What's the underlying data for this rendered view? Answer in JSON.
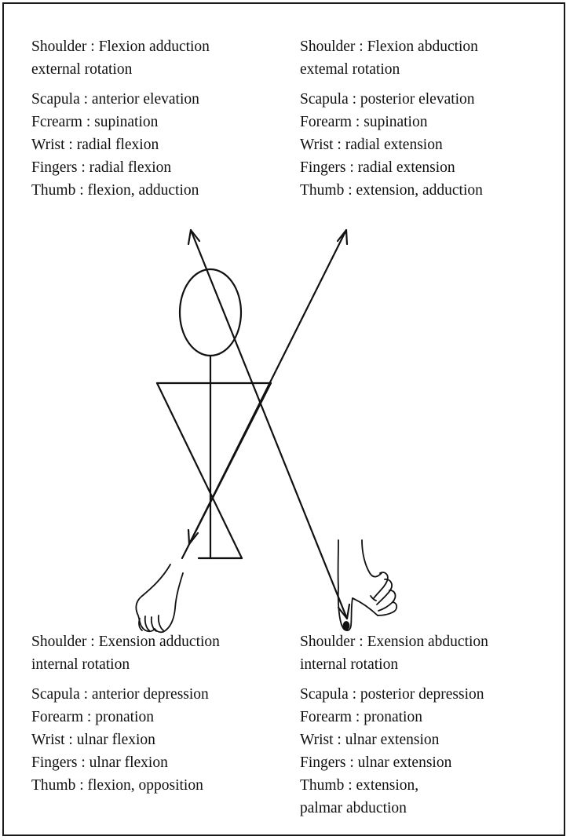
{
  "diagonals": {
    "top_left": {
      "shoulder_lines": [
        "Shoulder : Flexion adduction",
        "external rotation"
      ],
      "details": [
        "Scapula : anterior elevation",
        "Fcrearm : supination",
        "Wrist : radial flexion",
        "Fingers : radial flexion",
        "Thumb : flexion, adduction"
      ]
    },
    "top_right": {
      "shoulder_lines": [
        "Shoulder : Flexion abduction",
        "extemal rotation"
      ],
      "details": [
        "Scapula : posterior elevation",
        "Forearm : supination",
        "Wrist : radial extension",
        "Fingers : radial extension",
        "Thumb : extension, adduction"
      ]
    },
    "bottom_left": {
      "shoulder_lines": [
        "Shoulder : Exension adduction",
        "internal rotation"
      ],
      "details": [
        "Scapula : anterior depression",
        "Forearm : pronation",
        "Wrist : ulnar flexion",
        "Fingers : ulnar flexion",
        "Thumb : flexion, opposition"
      ]
    },
    "bottom_right": {
      "shoulder_lines": [
        "Shoulder : Exension abduction",
        "internal rotation"
      ],
      "details": [
        "Scapula : posterior depression",
        "Forearm : pronation",
        "Wrist : ulnar extension",
        "Fingers : ulnar extension",
        "Thumb : extension,",
        "palmar abduction"
      ]
    }
  },
  "colors": {
    "ink": "#111111",
    "frame": "#1a1a1a",
    "background": "#ffffff"
  }
}
